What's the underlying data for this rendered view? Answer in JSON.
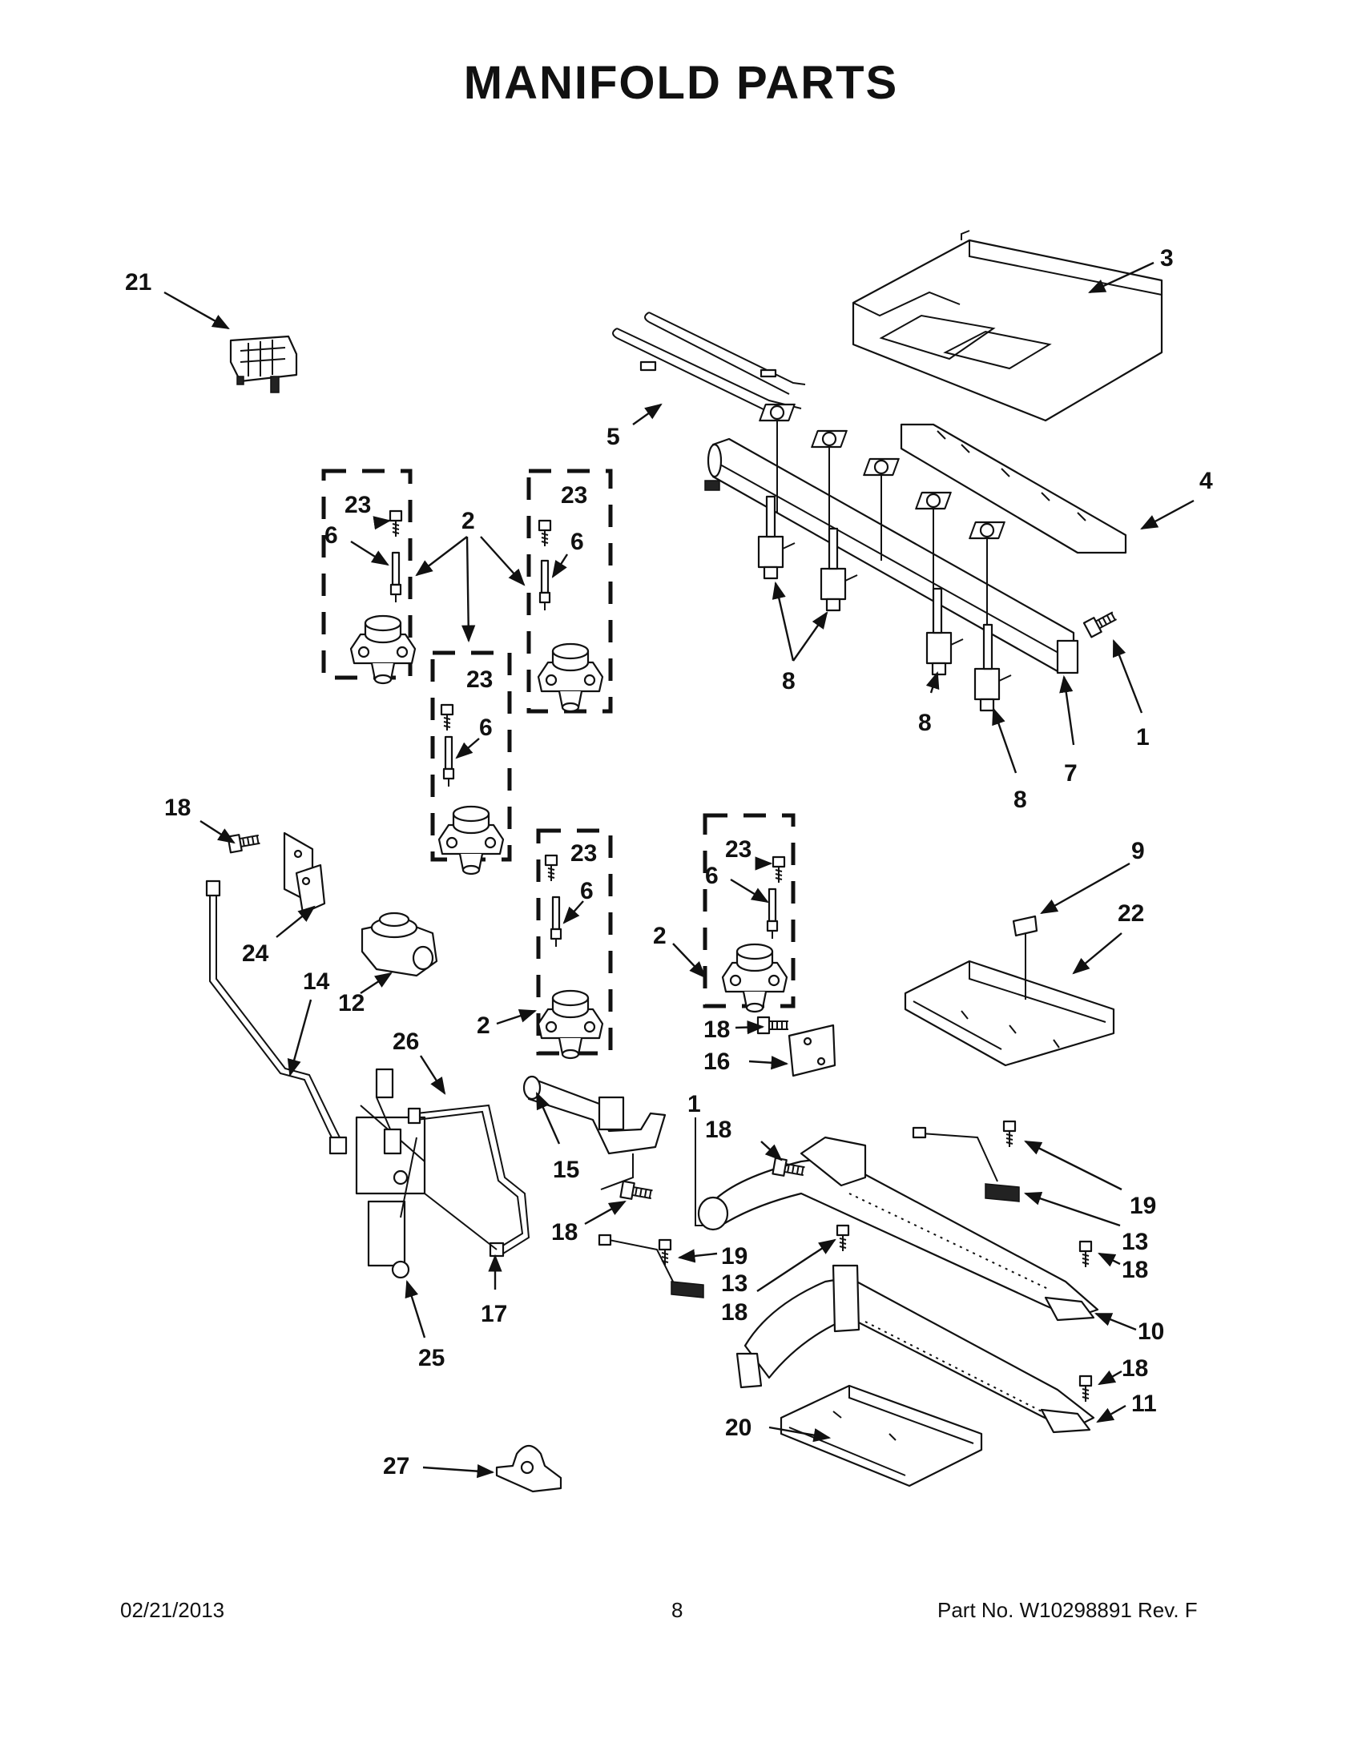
{
  "title": "MANIFOLD PARTS",
  "footer": {
    "date": "02/21/2013",
    "page": "8",
    "part_no": "Part No.  W10298891  Rev.  F"
  },
  "callouts": {
    "c1a": "1",
    "c1b": "1",
    "c2a": "2",
    "c2b": "2",
    "c2c": "2",
    "c3": "3",
    "c4": "4",
    "c5": "5",
    "c6a": "6",
    "c6b": "6",
    "c6c": "6",
    "c6d": "6",
    "c6e": "6",
    "c7": "7",
    "c8a": "8",
    "c8b": "8",
    "c8c": "8",
    "c9": "9",
    "c10": "10",
    "c11": "11",
    "c12": "12",
    "c13a": "13",
    "c13b": "13",
    "c14": "14",
    "c15": "15",
    "c16": "16",
    "c17": "17",
    "c18a": "18",
    "c18b": "18",
    "c18c": "18",
    "c18d": "18",
    "c18e": "18",
    "c18f": "18",
    "c18g": "18",
    "c19a": "19",
    "c19b": "19",
    "c20": "20",
    "c21": "21",
    "c22": "22",
    "c23a": "23",
    "c23b": "23",
    "c23c": "23",
    "c23d": "23",
    "c23e": "23",
    "c24": "24",
    "c25": "25",
    "c26": "26",
    "c27": "27"
  }
}
